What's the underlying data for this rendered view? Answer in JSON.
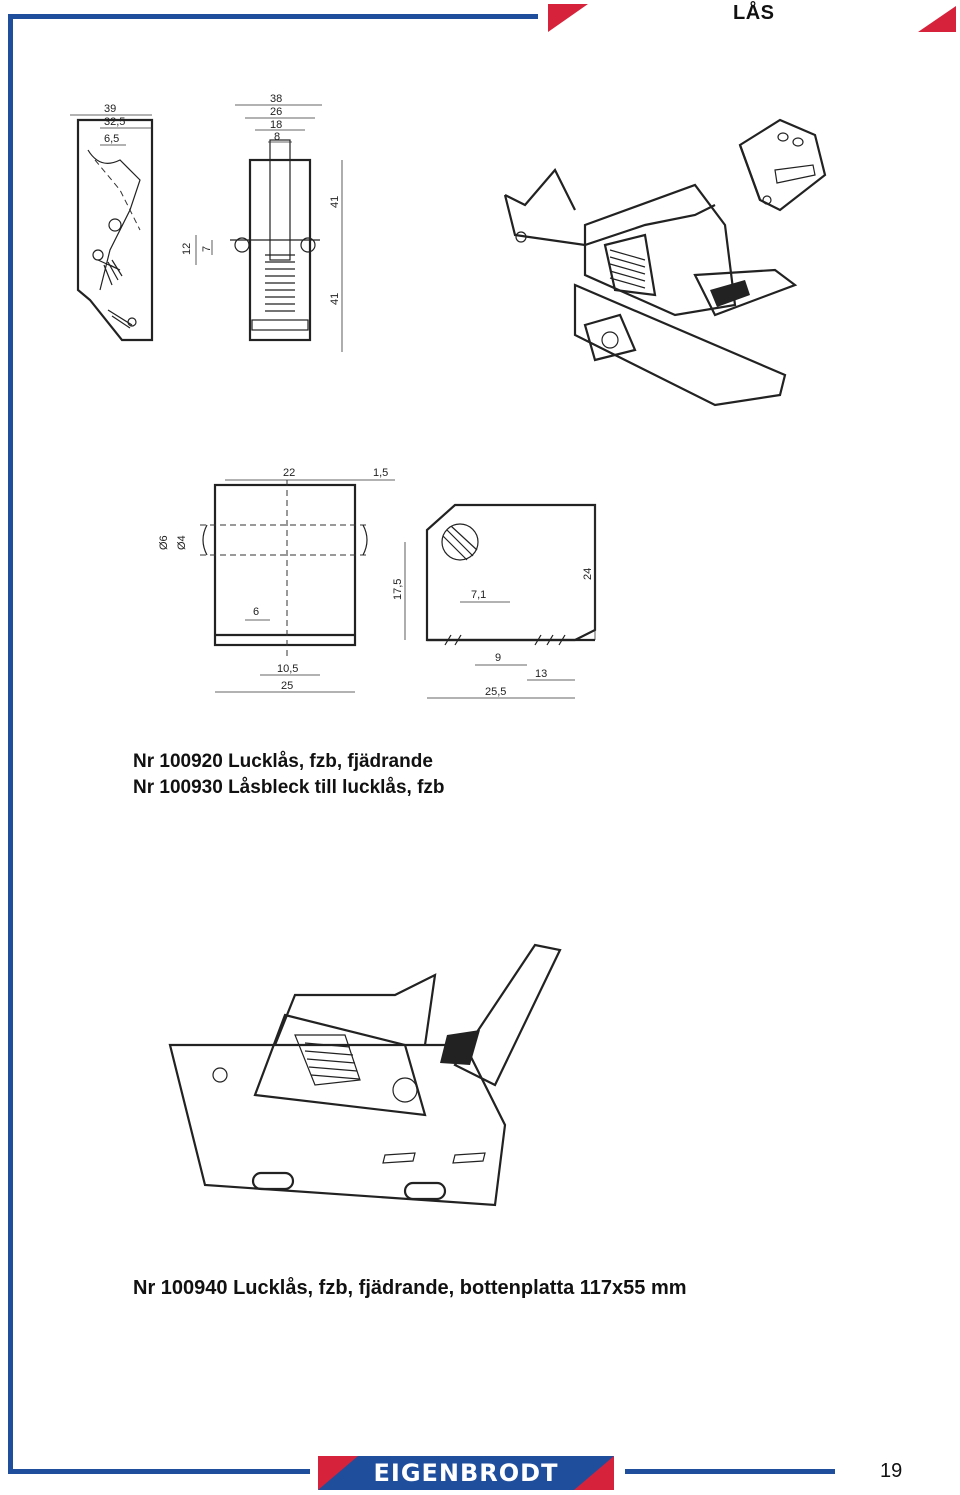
{
  "header": {
    "section_title": "LÅS"
  },
  "captions": {
    "product_1": "Nr 100920 Lucklås, fzb, fjädrande",
    "product_2": "Nr 100930 Låsbleck till lucklås, fzb",
    "product_3": "Nr 100940 Lucklås, fzb, fjädrande, bottenplatta 117x55 mm"
  },
  "drawing_1": {
    "dims": [
      "39",
      "32,5",
      "6,5",
      "38",
      "26",
      "18",
      "8",
      "12",
      "7",
      "41",
      "41"
    ]
  },
  "drawing_2": {
    "dims": [
      "22",
      "1,5",
      "Ø6",
      "Ø4",
      "6",
      "10,5",
      "25",
      "17,5",
      "7,1",
      "24",
      "9",
      "13",
      "25,5"
    ]
  },
  "footer": {
    "brand": "EIGENBRODT",
    "page_number": "19"
  },
  "colors": {
    "frame_blue": "#1f4e9c",
    "accent_red": "#d6223a",
    "ink": "#222222"
  }
}
